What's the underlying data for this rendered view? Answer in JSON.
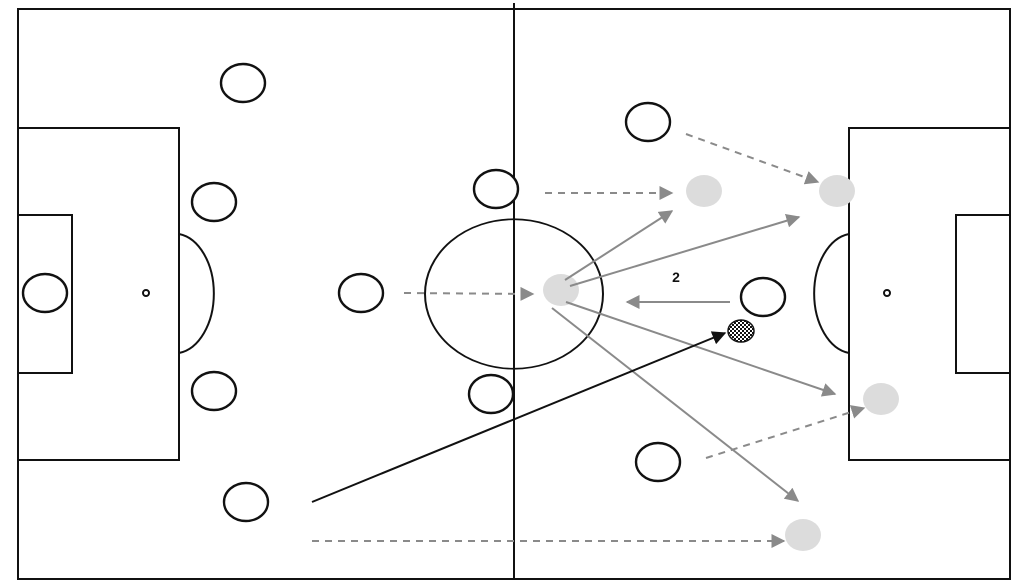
{
  "diagram": {
    "annotation_label": "2",
    "colors": {
      "pitch_lines": "#111111",
      "player_outline": "#111111",
      "ghost_position": "#dcdcdc",
      "pass_arrow": "#8a8a8a",
      "run_arrow_dashed": "#8a8a8a",
      "long_ball_arrow": "#111111"
    },
    "icons": {
      "player": "open-circle",
      "ghost": "filled-grey-circle",
      "ball": "checkered-ball-icon"
    }
  }
}
